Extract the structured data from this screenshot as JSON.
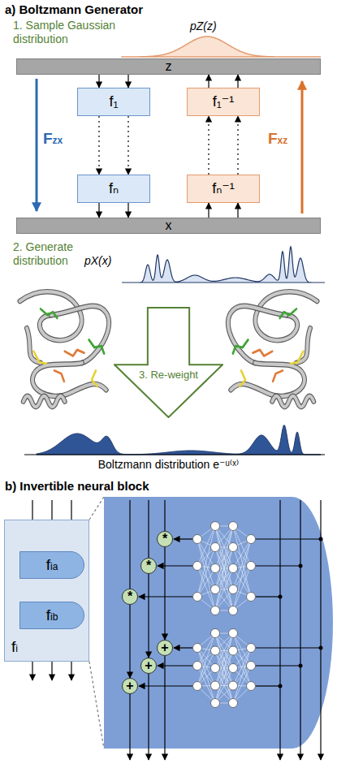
{
  "diagram": {
    "nodes": [
      {
        "text": [
          "z"
        ]
      },
      {
        "text": [
          "f₁"
        ]
      },
      {
        "text": [
          "f₁⁻¹"
        ]
      },
      {
        "text": [
          "fₙ"
        ]
      },
      {
        "text": [
          "fₙ⁻¹"
        ]
      },
      {
        "text": [
          "x"
        ]
      },
      {
        "text": [
          "3. Re-weight"
        ]
      },
      {
        "text": [
          "fi"
        ]
      },
      {
        "text": [
          "fia"
        ],
        "in": 7
      },
      {
        "text": [
          "fib"
        ],
        "in": 7
      },
      {
        "text": [
          "*"
        ]
      },
      {
        "text": [
          "*"
        ]
      },
      {
        "text": [
          "*"
        ]
      },
      {
        "text": [
          "+"
        ]
      },
      {
        "text": [
          "+"
        ]
      },
      {
        "text": [
          "+"
        ]
      }
    ],
    "edges": [
      {
        "from": 0,
        "to": 1,
        "arrow": "to"
      },
      {
        "from": 0,
        "to": 1,
        "arrow": "to"
      },
      {
        "from": 1,
        "to": 3,
        "arrow": "to"
      },
      {
        "from": 1,
        "to": 3,
        "arrow": "to"
      },
      {
        "from": 3,
        "to": 5,
        "arrow": "to"
      },
      {
        "from": 3,
        "to": 5,
        "arrow": "to"
      },
      {
        "from": 5,
        "to": 4,
        "arrow": "to"
      },
      {
        "from": 5,
        "to": 4,
        "arrow": "to"
      },
      {
        "from": 4,
        "to": 2,
        "arrow": "to"
      },
      {
        "from": 4,
        "to": 2,
        "arrow": "to"
      },
      {
        "from": 2,
        "to": 0,
        "arrow": "to"
      },
      {
        "from": 2,
        "to": 0,
        "arrow": "to"
      },
      {
        "from": 8,
        "to": 9,
        "arrow": "to"
      },
      {
        "from": 8,
        "to": 9,
        "arrow": "to"
      },
      {
        "from": 8,
        "to": 9,
        "arrow": "to"
      },
      {
        "from": 10,
        "to": 13,
        "arrow": "to"
      },
      {
        "from": 11,
        "to": 14,
        "arrow": "to"
      },
      {
        "from": 12,
        "to": 15,
        "arrow": "to"
      }
    ],
    "labels": [
      "a) Boltzmann Generator",
      "1. Sample Gaussian distribution",
      "pZ(z)",
      "Fzx",
      "Fxz",
      "2. Generate distribution",
      "pX(x)",
      "Boltzmann distribution e⁻ᵘ⁽ˣ⁾",
      "b) Invertible neural block"
    ]
  }
}
